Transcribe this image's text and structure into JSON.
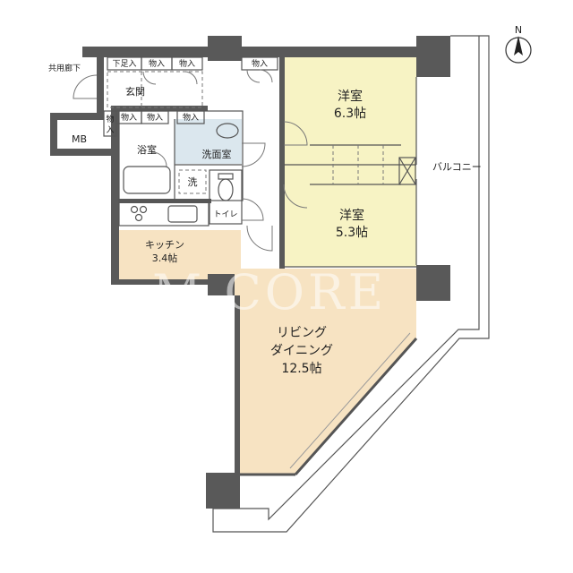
{
  "rooms": {
    "western1": {
      "name": "洋室",
      "size": "6.3帖"
    },
    "western2": {
      "name": "洋室",
      "size": "5.3帖"
    },
    "kitchen": {
      "name": "キッチン",
      "size": "3.4帖"
    },
    "living_line1": "リビング",
    "living_line2": "ダイニング",
    "living_size": "12.5帖",
    "bath": "浴室",
    "washroom": "洗面室",
    "washer": "洗",
    "toilet": "トイレ",
    "entrance": "玄関",
    "balcony": "バルコニー",
    "common_corridor": "共用廊下",
    "mb": "MB"
  },
  "storage_labels": {
    "shoe": "下足入",
    "storage": "物入",
    "storage_vertical": "物\n入"
  },
  "compass": {
    "label": "N"
  },
  "watermark": "M CORE",
  "colors": {
    "room_fill": "#f7f3c4",
    "living_fill": "#f7e3c2",
    "wall": "#595959",
    "wet_fill": "#dbe7ee",
    "outline": "#555555"
  }
}
